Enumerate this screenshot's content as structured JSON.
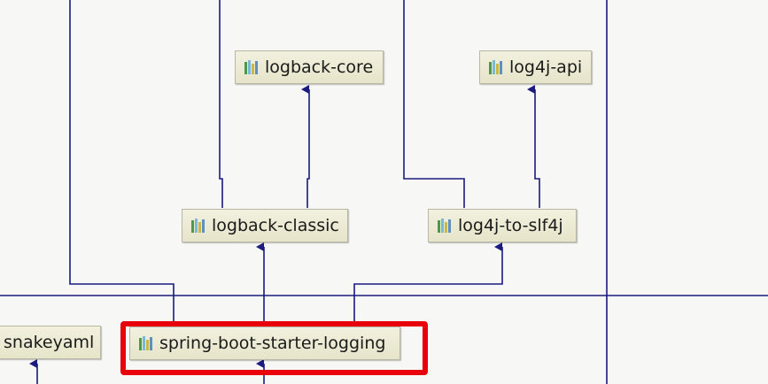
{
  "diagram": {
    "nodes": {
      "logback_core": {
        "label": "logback-core",
        "icon": "library-icon"
      },
      "log4j_api": {
        "label": "log4j-api",
        "icon": "library-icon"
      },
      "logback_classic": {
        "label": "logback-classic",
        "icon": "library-icon"
      },
      "log4j_to_slf4j": {
        "label": "log4j-to-slf4j",
        "icon": "library-icon"
      },
      "snakeyaml": {
        "label": "snakeyaml",
        "icon": "library-icon"
      },
      "spring_boot_starter_logging": {
        "label": "spring-boot-starter-logging",
        "icon": "library-icon",
        "highlighted": true
      }
    },
    "edges": [
      {
        "from": "logback-classic",
        "to": "logback-core"
      },
      {
        "from": "log4j-to-slf4j",
        "to": "log4j-api"
      },
      {
        "from": "spring-boot-starter-logging",
        "to": "logback-classic"
      },
      {
        "from": "spring-boot-starter-logging",
        "to": "log4j-to-slf4j"
      }
    ]
  },
  "colors": {
    "edge": "#1a1a80",
    "node_fill": "#eceadb",
    "node_border": "#b9b7a4",
    "highlight": "#e8000b",
    "background": "#f7f7f5",
    "icon_bars": [
      "#4a9a4a",
      "#7ab7d8",
      "#c8b84a",
      "#5d8fc0"
    ]
  }
}
